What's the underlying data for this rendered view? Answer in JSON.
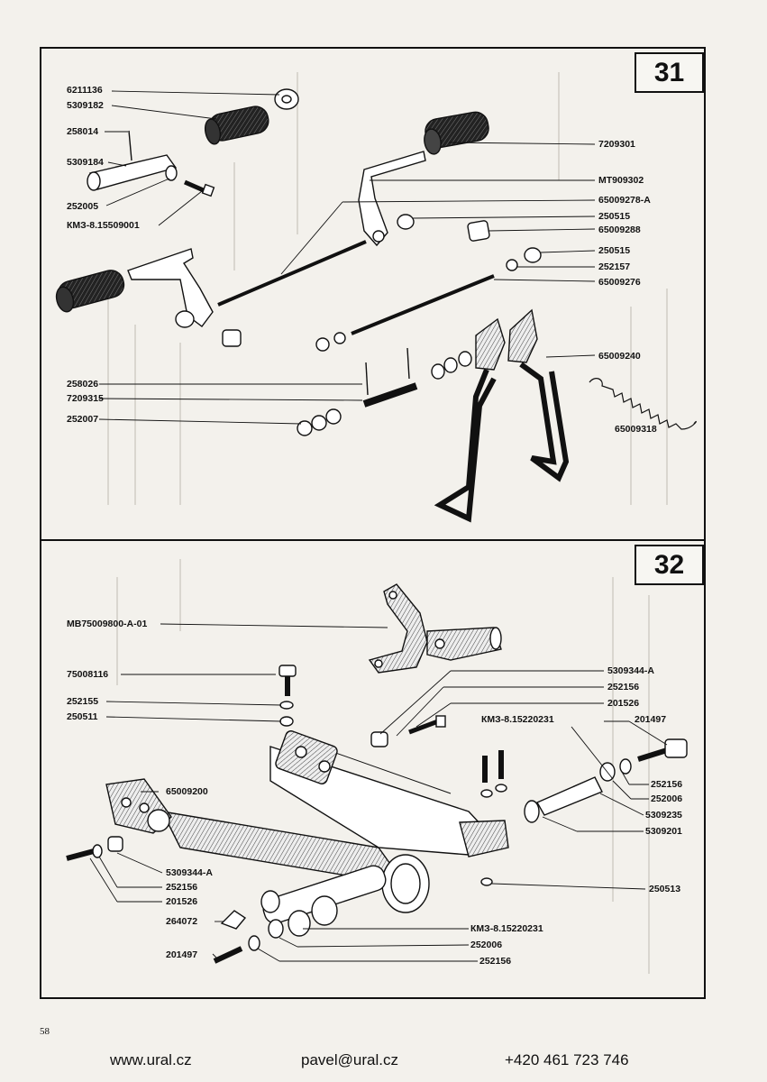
{
  "figures": [
    {
      "number": "31",
      "labels": [
        "6211136",
        "5309182",
        "258014",
        "5309184",
        "252005",
        "КМЗ-8.15509001",
        "7209301",
        "MT909302",
        "65009278-A",
        "250515",
        "65009288",
        "250515",
        "252157",
        "65009276",
        "65009240",
        "65009318",
        "258026",
        "7209315",
        "252007"
      ]
    },
    {
      "number": "32",
      "labels": [
        "MB75009800-A-01",
        "75008116",
        "252155",
        "250511",
        "5309344-A",
        "252156",
        "201526",
        "КМЗ-8.15220231",
        "201497",
        "252156",
        "252006",
        "5309235",
        "5309201",
        "65009200",
        "5309344-A",
        "252156",
        "201526",
        "264072",
        "201497",
        "250513",
        "КМЗ-8.15220231",
        "252006",
        "252156"
      ]
    }
  ],
  "page_number": "58",
  "footer": {
    "website": "www.ural.cz",
    "email": "pavel@ural.cz",
    "phone": "+420 461 723 746"
  }
}
